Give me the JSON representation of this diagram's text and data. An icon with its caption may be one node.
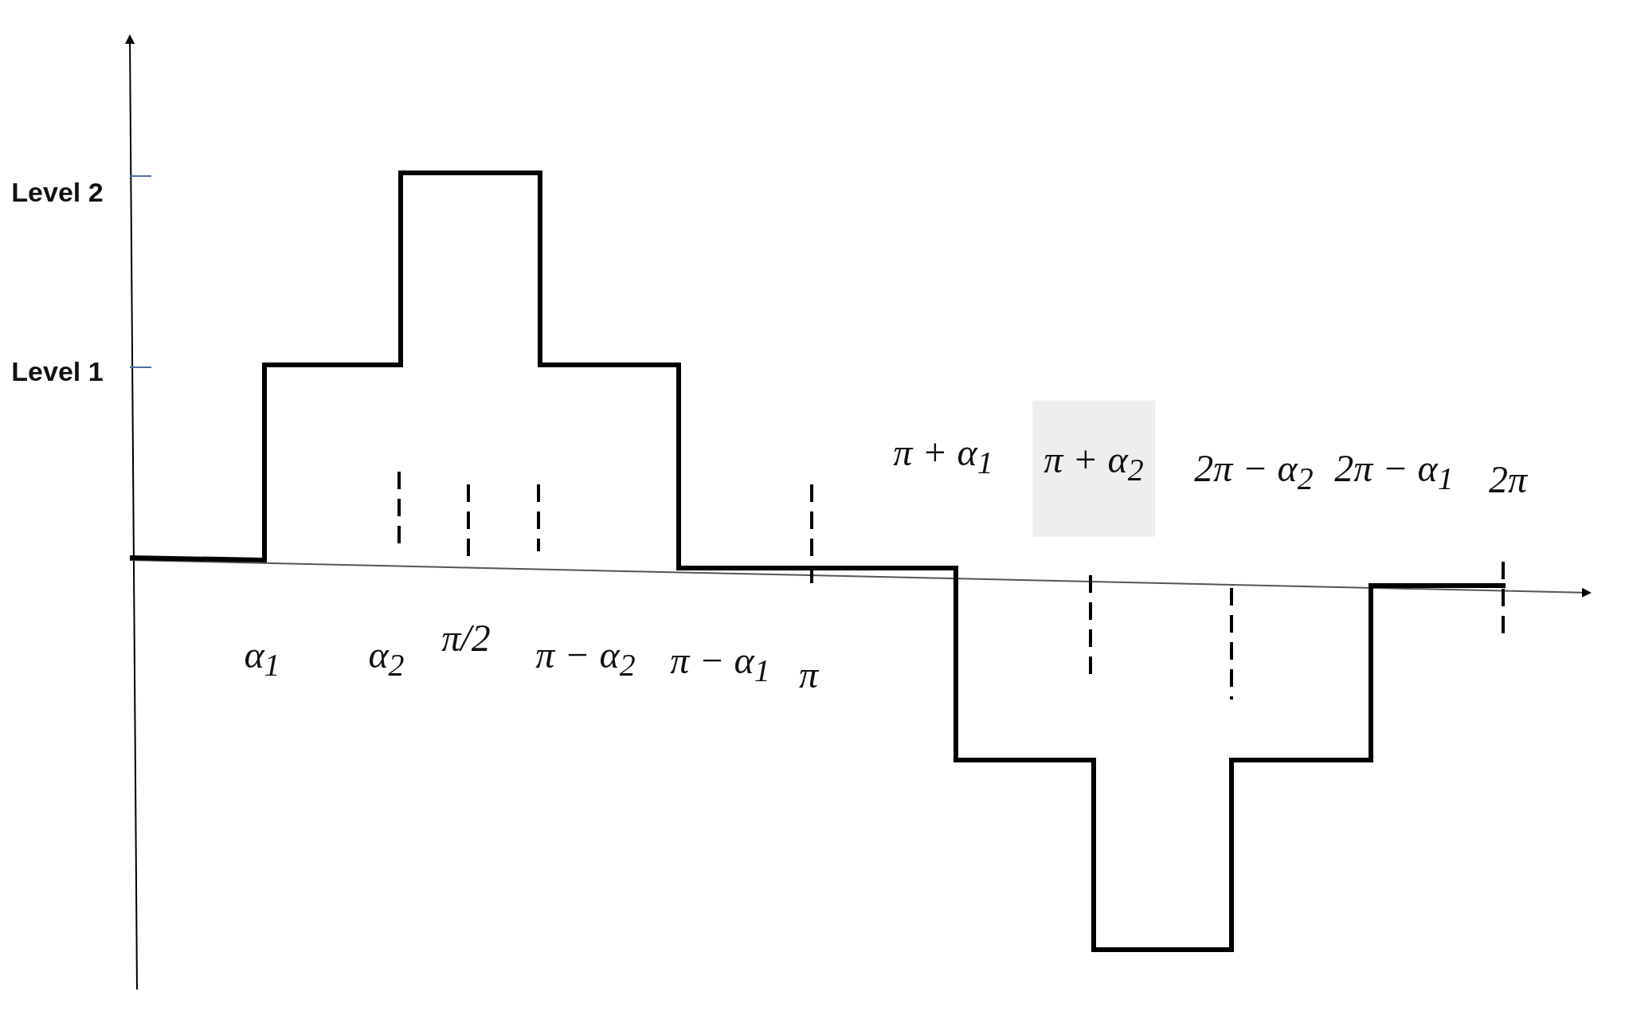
{
  "diagram": {
    "labels": [
      "Level 2",
      "Level 1",
      "α$_{1}$",
      "α$_{2}$",
      "π/2",
      "π − α$_{2}$",
      "π − α$_{1}$",
      "π",
      "π + α$_{1}$",
      "π + α$_{2}$",
      "2π − α$_{2}$",
      "2π − α$_{1}$",
      "2π"
    ]
  }
}
